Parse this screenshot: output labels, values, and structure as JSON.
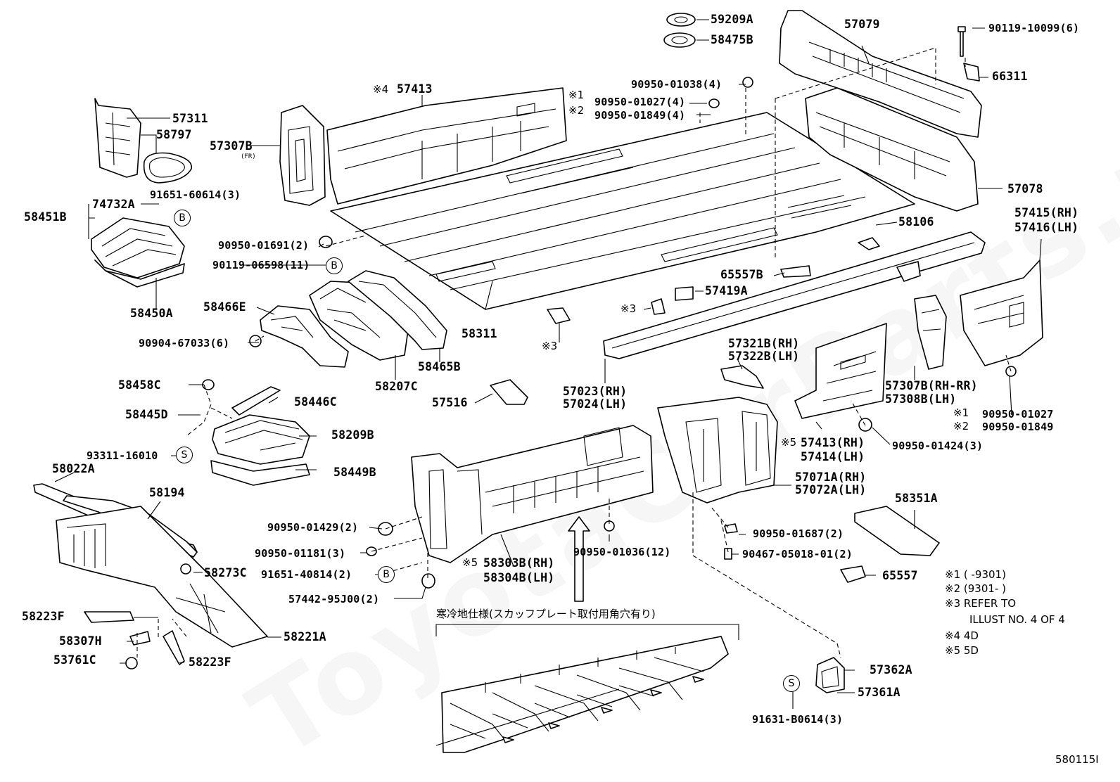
{
  "watermark": "ToyotaCarParts.ru",
  "diagram_id": "580115I",
  "labels": {
    "p59209A": "59209A",
    "p58475B": "58475B",
    "p57079": "57079",
    "p90119_10099": "90119-10099(6)",
    "p66311": "66311",
    "p57413_top": "57413",
    "p57413_top_mark": "※4",
    "p90950_01038": "90950-01038(4)",
    "p90950_01027_top": "90950-01027(4)",
    "p90950_01027_top_mark": "※1",
    "p90950_01849_top": "90950-01849(4)",
    "p90950_01849_top_mark": "※2",
    "p57311": "57311",
    "p58797": "58797",
    "p57307B": "57307B",
    "p57307B_sub": "(FR)",
    "p91651_60614": "91651-60614(3)",
    "p74732A": "74732A",
    "p58451B": "58451B",
    "p58450A": "58450A",
    "p90950_01691": "90950-01691(2)",
    "p90119_06598": "90119-06598(11)",
    "p58466E": "58466E",
    "p90904_67033": "90904-67033(6)",
    "p58311": "58311",
    "p58207C": "58207C",
    "p58465B": "58465B",
    "p57078": "57078",
    "p58106": "58106",
    "p57415": "57415(RH)",
    "p57416": "57416(LH)",
    "p65557B": "65557B",
    "p57419A": "57419A",
    "p_ref3_a": "※3",
    "p_ref3_b": "※3",
    "p57023": "57023(RH)",
    "p57024": "57024(LH)",
    "p57321B": "57321B(RH)",
    "p57322B": "57322B(LH)",
    "p57307B_rr": "57307B(RH-RR)",
    "p57308B": "57308B(LH)",
    "p90950_01027_r": "90950-01027",
    "p90950_01027_r_mark": "※1",
    "p90950_01849_r": "90950-01849",
    "p90950_01849_r_mark": "※2",
    "p58458C": "58458C",
    "p58446C": "58446C",
    "p58445D": "58445D",
    "p58209B": "58209B",
    "p93311_16010": "93311-16010",
    "p58449B": "58449B",
    "p57516": "57516",
    "p57413_rh": "57413(RH)",
    "p57413_rh_mark": "※5",
    "p57414_lh": "57414(LH)",
    "p90950_01424": "90950-01424(3)",
    "p58022A": "58022A",
    "p58194": "58194",
    "p57071A": "57071A(RH)",
    "p57072A": "57072A(LH)",
    "p58351A": "58351A",
    "p90950_01429": "90950-01429(2)",
    "p90950_01181": "90950-01181(3)",
    "p91651_40814": "91651-40814(2)",
    "p57442_95J00": "57442-95J00(2)",
    "p58303B": "58303B(RH)",
    "p58303B_mark": "※5",
    "p58304B": "58304B(LH)",
    "p90950_01036": "90950-01036(12)",
    "p90950_01687": "90950-01687(2)",
    "p90467_05018": "90467-05018-01(2)",
    "p65557": "65557",
    "p58273C": "58273C",
    "p58223F_a": "58223F",
    "p58307H": "58307H",
    "p53761C": "53761C",
    "p58223F_b": "58223F",
    "p58221A": "58221A",
    "p57362A": "57362A",
    "p57361A": "57361A",
    "p91631_B0614": "91631-B0614(3)"
  },
  "circle_markers": {
    "b1": "B",
    "b2": "B",
    "b3": "B",
    "s1": "S",
    "s2": "S"
  },
  "notes": {
    "n1": "※1 (      -9301)",
    "n2": "※2 (9301-      )",
    "n3": "※3 REFER TO",
    "n3b": "ILLUST NO. 4 OF 4",
    "n4": "※4 4D",
    "n5": "※5 5D"
  },
  "cold_spec_caption": "寒冷地仕様(スカッフプレート取付用角穴有り)"
}
